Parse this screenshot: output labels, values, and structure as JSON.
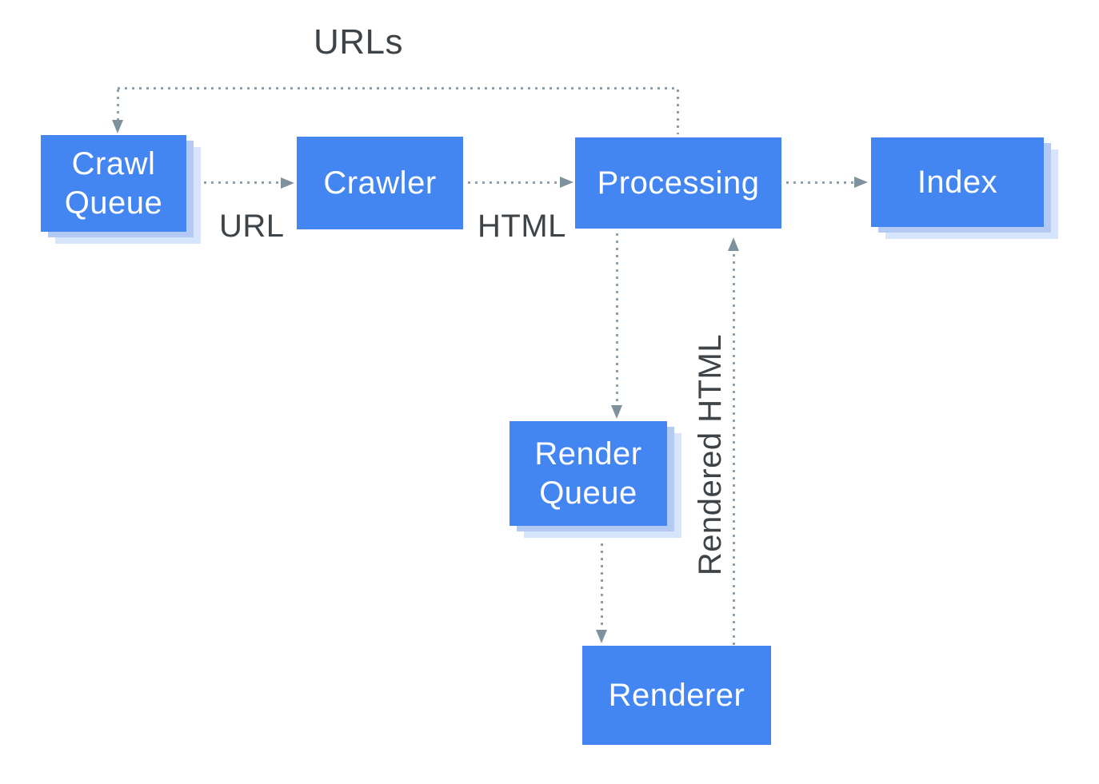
{
  "diagram": {
    "nodes": [
      {
        "id": "crawl-queue",
        "label": "Crawl Queue"
      },
      {
        "id": "crawler",
        "label": "Crawler"
      },
      {
        "id": "processing",
        "label": "Processing"
      },
      {
        "id": "index",
        "label": "Index"
      },
      {
        "id": "render-queue",
        "label": "Render Queue"
      },
      {
        "id": "renderer",
        "label": "Renderer"
      }
    ],
    "edges": [
      {
        "from": "processing",
        "to": "crawl-queue",
        "label": "URLs",
        "style": "dotted"
      },
      {
        "from": "crawl-queue",
        "to": "crawler",
        "label": "URL",
        "style": "dotted"
      },
      {
        "from": "crawler",
        "to": "processing",
        "label": "HTML",
        "style": "dotted"
      },
      {
        "from": "processing",
        "to": "index",
        "label": "",
        "style": "dotted"
      },
      {
        "from": "processing",
        "to": "render-queue",
        "label": "",
        "style": "dotted"
      },
      {
        "from": "render-queue",
        "to": "renderer",
        "label": "",
        "style": "dotted"
      },
      {
        "from": "renderer",
        "to": "processing",
        "label": "Rendered HTML",
        "style": "dotted"
      }
    ],
    "edge_labels": {
      "urls": "URLs",
      "url": "URL",
      "html": "HTML",
      "rendered_html": "Rendered HTML"
    },
    "colors": {
      "box_fill": "#4386f2",
      "box_text": "#ffffff",
      "shadow_inner": "#b3cbf4",
      "shadow_outer": "#d7e5fc",
      "label_text": "#3e4347",
      "connector_dot": "#8da0ab",
      "arrowhead": "#7e929d",
      "background": "#ffffff"
    }
  }
}
